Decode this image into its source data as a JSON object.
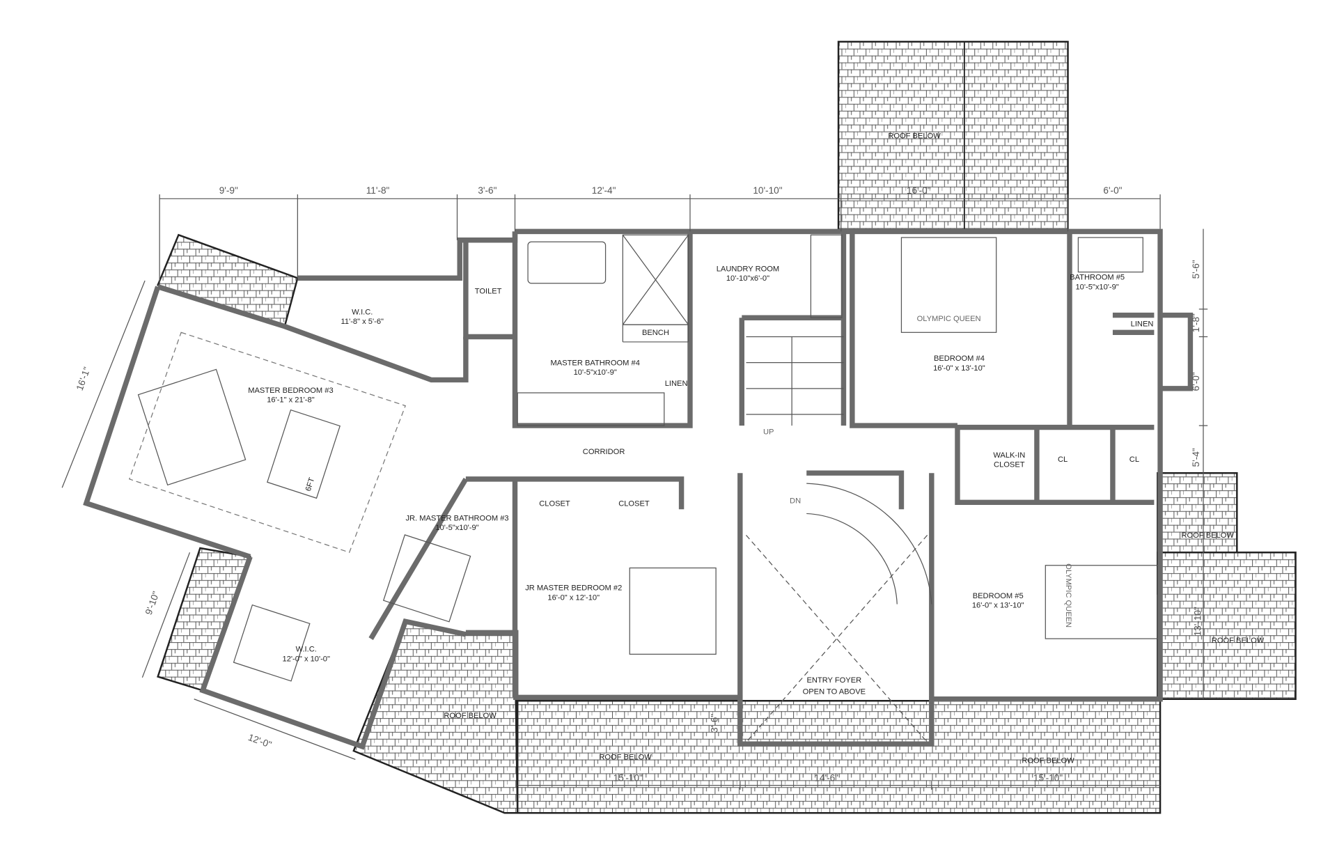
{
  "rooms": {
    "master_bedroom": {
      "name": "MASTER BEDROOM #3",
      "size": "16'-1\" x 21'-8\""
    },
    "master_wic": {
      "name": "W.I.C.",
      "size": "11'-8\" x 5'-6\""
    },
    "toilet": {
      "name": "TOILET"
    },
    "master_bath": {
      "name": "MASTER BATHROOM #4",
      "size": "10'-5\"x10'-9\""
    },
    "bench": {
      "name": "BENCH"
    },
    "linen_1": {
      "name": "LINEN"
    },
    "laundry": {
      "name": "LAUNDRY ROOM",
      "size": "10'-10\"x6'-0\""
    },
    "bedroom4": {
      "name": "BEDROOM #4",
      "size": "16'-0\" x 13'-10\"",
      "bed": "OLYMPIC QUEEN"
    },
    "bath5": {
      "name": "BATHROOM #5",
      "size": "10'-5\"x10'-9\""
    },
    "linen_2": {
      "name": "LINEN"
    },
    "corridor": {
      "name": "CORRIDOR"
    },
    "walkin": {
      "name": "WALK-IN",
      "name2": "CLOSET"
    },
    "cl1": {
      "name": "CL"
    },
    "cl2": {
      "name": "CL"
    },
    "closet1": {
      "name": "CLOSET"
    },
    "closet2": {
      "name": "CLOSET"
    },
    "jr_bath": {
      "name": "JR. MASTER BATHROOM #3",
      "size": "10'-5\"x10'-9\""
    },
    "jr_bedroom": {
      "name": "JR MASTER BEDROOM #2",
      "size": "16'-0\" x 12'-10\""
    },
    "lower_wic": {
      "name": "W.I.C.",
      "size": "12'-0\" x 10'-0\""
    },
    "foyer": {
      "name": "ENTRY FOYER",
      "name2": "OPEN TO ABOVE"
    },
    "bedroom5": {
      "name": "BEDROOM #5",
      "size": "16'-0\" x 13'-10\"",
      "bed": "OLYMPIC QUEEN"
    }
  },
  "stairs": {
    "up": "UP",
    "down": "DN"
  },
  "sofa_label": "6FT",
  "roof_label": "ROOF BELOW",
  "dimensions": {
    "top": [
      "9'-9\"",
      "11'-8\"",
      "3'-6\"",
      "12'-4\"",
      "10'-10\"",
      "16'-0\"",
      "6'-0\""
    ],
    "right": [
      "5'-6\"",
      "1'-8\"",
      "6'-0\"",
      "5'-4\""
    ],
    "right_roof": "13'-10\"",
    "master_left": "16'-1\"",
    "wic_left": "9'-10\"",
    "wic_bottom": "12'-0\"",
    "foyer_bump": "3'-6\"",
    "bottom": [
      "15'-10\"",
      "14'-6\"",
      "15'-10\""
    ]
  },
  "colors": {
    "wall": "#6b6b6b",
    "outline": "#222222",
    "background": "#ffffff"
  }
}
